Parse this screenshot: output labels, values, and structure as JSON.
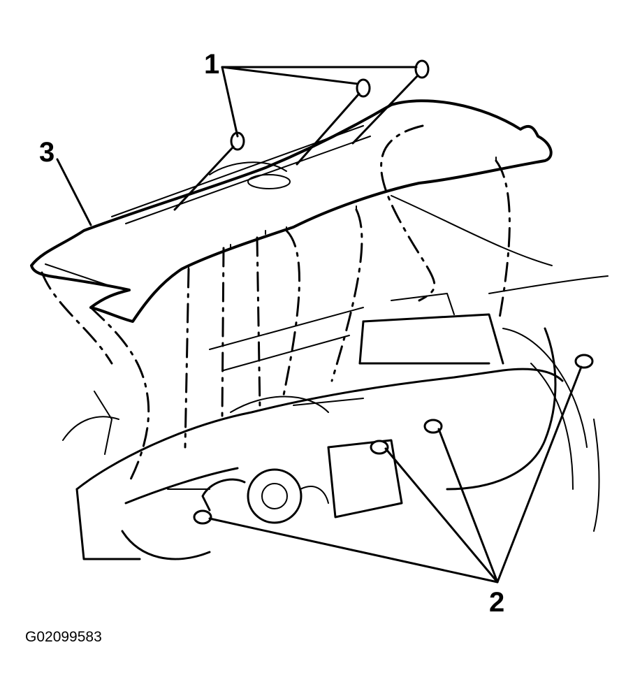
{
  "callouts": {
    "fasteners_top": "1",
    "fasteners_bottom": "2",
    "upper_trim_pad": "3"
  },
  "figure_id": "G02099583",
  "colors": {
    "line": "#000000",
    "background": "#ffffff"
  }
}
